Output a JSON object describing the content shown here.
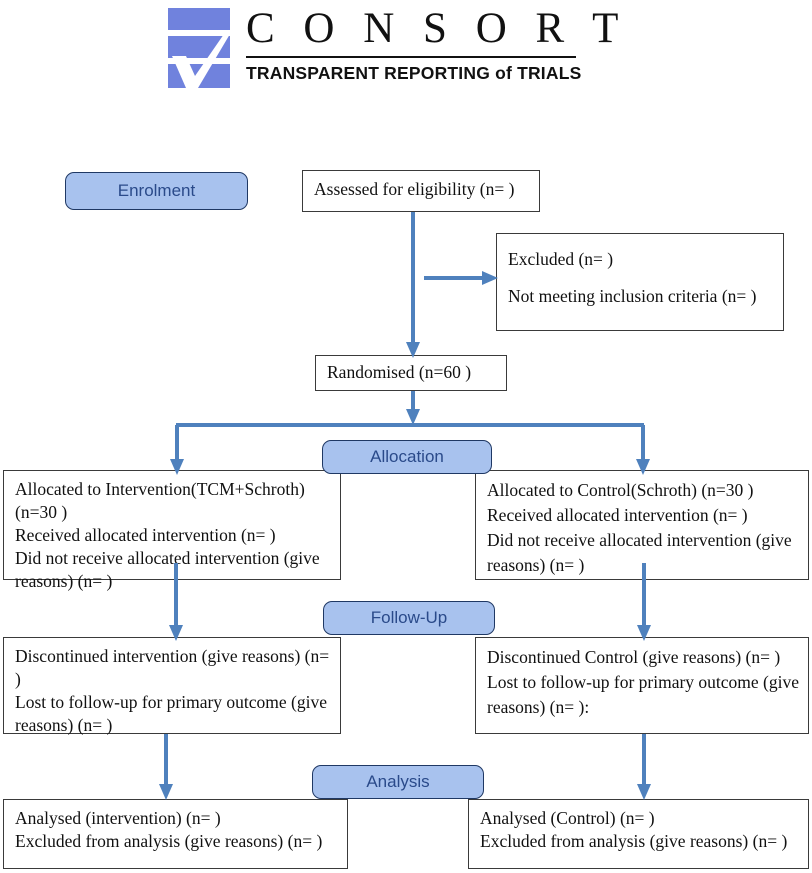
{
  "logo": {
    "wordmark": "C O N S O R T",
    "tagline": "TRANSPARENT REPORTING of TRIALS",
    "mark_color": "#7082dd"
  },
  "theme": {
    "stage_fill": "#a8c2ee",
    "stage_border": "#1f3864",
    "stage_text": "#2a4a8a",
    "arrow_color": "#4f81bd",
    "box_border": "#3a3a3a"
  },
  "stages": {
    "enrolment": "Enrolment",
    "allocation": "Allocation",
    "followup": "Follow-Up",
    "analysis": "Analysis"
  },
  "boxes": {
    "assessed": {
      "line1": "Assessed for eligibility (n= )"
    },
    "excluded": {
      "line1": "Excluded (n= )",
      "line2": "Not meeting inclusion criteria (n= )"
    },
    "randomised": {
      "line1": "Randomised (n=60 )"
    },
    "alloc_left": {
      "line1": "Allocated to Intervention(TCM+Schroth) (n=30 )",
      "line2": "Received allocated intervention (n= )",
      "line3": "Did not receive allocated intervention (give reasons) (n= )"
    },
    "alloc_right": {
      "line1": "Allocated to Control(Schroth) (n=30 )",
      "line2": "Received allocated intervention (n= )",
      "line3": "Did not receive allocated intervention (give reasons) (n= )"
    },
    "follow_left": {
      "line1": "Discontinued intervention (give reasons) (n= )",
      "line2": "Lost to follow-up for primary outcome (give reasons) (n= )"
    },
    "follow_right": {
      "line1": "Discontinued Control (give reasons) (n= )",
      "line2": "Lost to follow-up for primary outcome (give reasons) (n= ):"
    },
    "analysis_left": {
      "line1": "Analysed (intervention) (n= )",
      "line2": "Excluded from analysis (give reasons) (n= )"
    },
    "analysis_right": {
      "line1": "Analysed (Control) (n= )",
      "line2": "Excluded from analysis (give reasons) (n= )"
    }
  }
}
